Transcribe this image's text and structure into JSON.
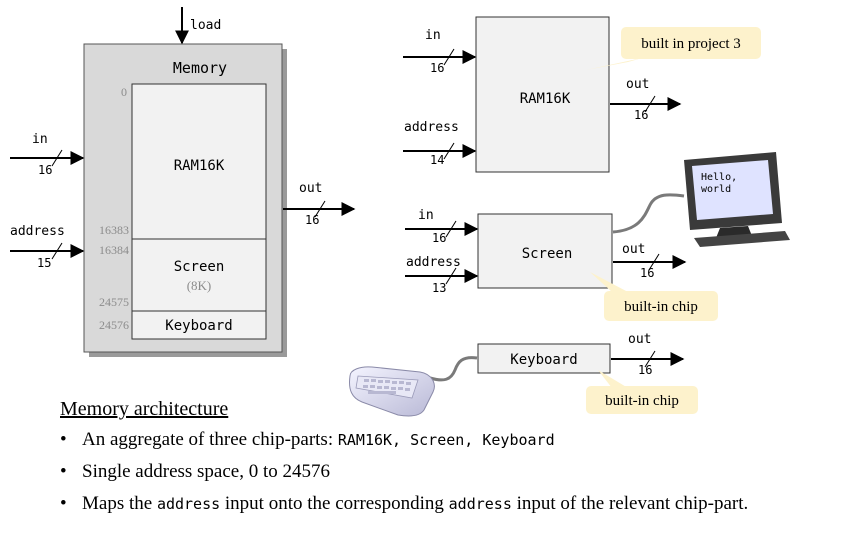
{
  "memory_chip": {
    "title": "Memory",
    "load_label": "load",
    "in_label": "in",
    "in_width": "16",
    "address_label": "address",
    "address_width": "15",
    "out_label": "out",
    "out_width": "16",
    "ram_label": "RAM16K",
    "screen_label": "Screen",
    "screen_sub": "(8K)",
    "keyboard_label": "Keyboard",
    "addr_0": "0",
    "addr_16383": "16383",
    "addr_16384": "16384",
    "addr_24575": "24575",
    "addr_24576": "24576"
  },
  "ram_chip": {
    "label": "RAM16K",
    "in_label": "in",
    "in_width": "16",
    "address_label": "address",
    "address_width": "14",
    "out_label": "out",
    "out_width": "16",
    "callout": "built in project 3"
  },
  "screen_chip": {
    "label": "Screen",
    "in_label": "in",
    "in_width": "16",
    "address_label": "address",
    "address_width": "13",
    "out_label": "out",
    "out_width": "16",
    "callout": "built-in chip",
    "monitor_text_1": "Hello,",
    "monitor_text_2": "world"
  },
  "keyboard_chip": {
    "label": "Keyboard",
    "out_label": "out",
    "out_width": "16",
    "callout": "built-in chip"
  },
  "notes": {
    "heading": "Memory architecture",
    "b1_text": "An aggregate of three chip-parts: ",
    "b1_code": "RAM16K, Screen, Keyboard",
    "b2_text": "Single address space, 0 to 24576",
    "b3_a": "Maps the ",
    "b3_code1": "address",
    "b3_b": " input onto the corresponding ",
    "b3_code2": "address",
    "b3_c": " input of the relevant chip-part."
  },
  "colors": {
    "memory_outer": "#d9d9d9",
    "chip_fill": "#f2f2f2",
    "callout_fill": "#fdf2cc",
    "wire": "#000000"
  }
}
